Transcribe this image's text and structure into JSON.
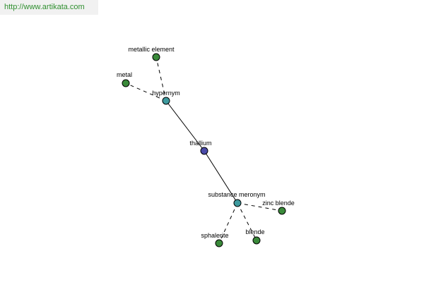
{
  "watermark": "http://www.artikata.com",
  "colors": {
    "center": "#4a4aa8",
    "relation": "#3e9a9e",
    "term": "#3a8a3a"
  },
  "nodes": {
    "thallium": {
      "label": "thallium",
      "kind": "center"
    },
    "hypernym": {
      "label": "hypernym",
      "kind": "relation"
    },
    "metallic_element": {
      "label": "metallic element",
      "kind": "term"
    },
    "metal": {
      "label": "metal",
      "kind": "term"
    },
    "substance_meronym": {
      "label": "substance meronym",
      "kind": "relation"
    },
    "zinc_blende": {
      "label": "zinc blende",
      "kind": "term"
    },
    "sphalerite": {
      "label": "sphalerite",
      "kind": "term"
    },
    "blende": {
      "label": "blende",
      "kind": "term"
    }
  }
}
